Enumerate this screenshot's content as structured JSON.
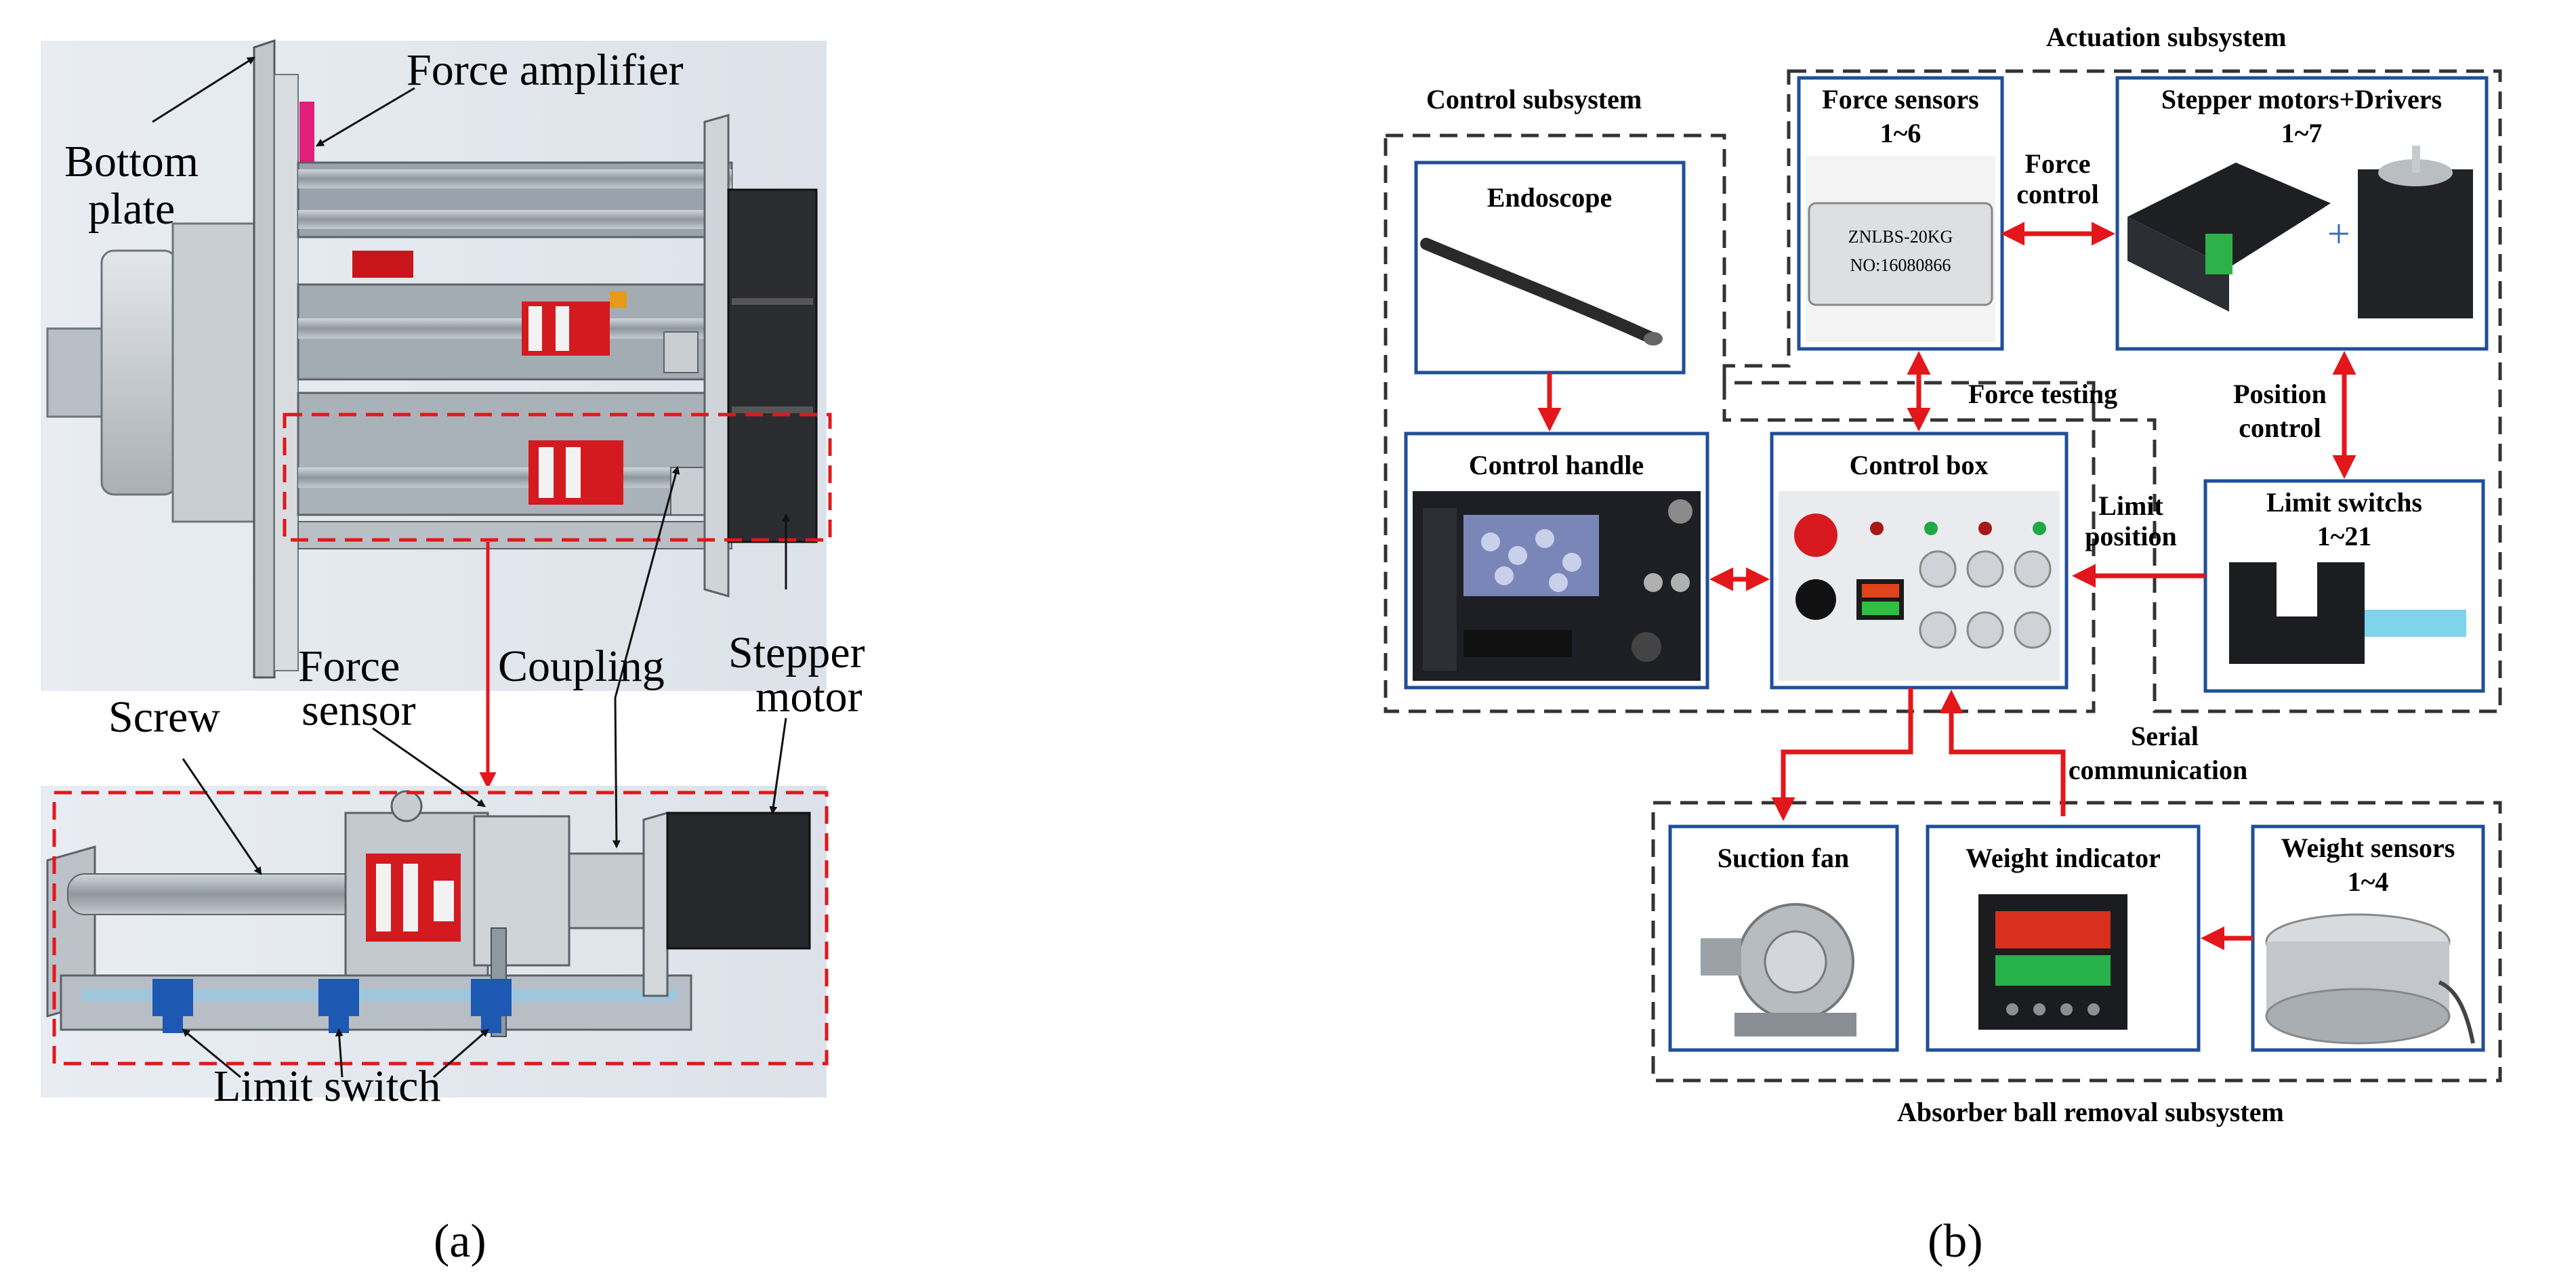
{
  "panel_a": {
    "caption": "(a)",
    "labels": {
      "bottom_plate": [
        "Bottom",
        "plate"
      ],
      "force_amplifier": "Force amplifier",
      "force_sensor": [
        "Force",
        "sensor"
      ],
      "coupling": "Coupling",
      "stepper_motor": [
        "Stepper",
        "motor"
      ],
      "screw": "Screw",
      "limit_switch": "Limit switch"
    }
  },
  "panel_b": {
    "caption": "(b)",
    "subsystems": {
      "control": "Control subsystem",
      "actuation": "Actuation subsystem",
      "absorber": "Absorber ball removal subsystem"
    },
    "boxes": {
      "endoscope": "Endoscope",
      "control_handle": "Control handle",
      "control_box": "Control box",
      "force_sensors": [
        "Force sensors",
        "1~6"
      ],
      "stepper_motors": [
        "Stepper motors+Drivers",
        "1~7"
      ],
      "limit_switches": [
        "Limit switchs",
        "1~21"
      ],
      "suction_fan": "Suction fan",
      "weight_indicator": "Weight indicator",
      "weight_sensors": [
        "Weight sensors",
        "1~4"
      ]
    },
    "connections": {
      "force_control": [
        "Force",
        "control"
      ],
      "force_testing": "Force testing",
      "position_control": [
        "Position",
        "control"
      ],
      "limit_position": [
        "Limit",
        "position"
      ],
      "serial_communication": [
        "Serial",
        "communication"
      ]
    },
    "device_text": {
      "sensor_model": "ZNLBS-20KG",
      "sensor_serial": "NO:16080866",
      "plus": "+"
    }
  },
  "colors": {
    "arrow_red": "#e3171b",
    "box_blue": "#1f4e9a",
    "dash_gray": "#333333"
  }
}
